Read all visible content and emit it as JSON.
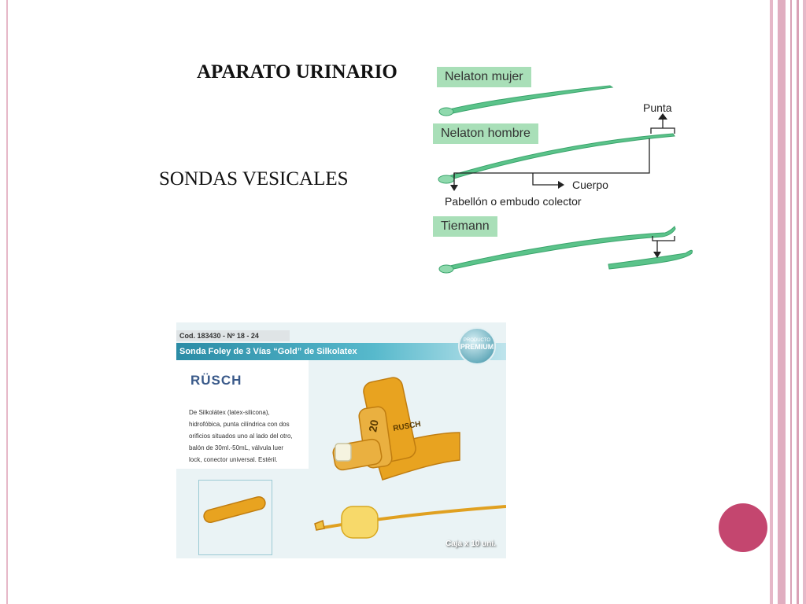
{
  "slide": {
    "title": "APARATO URINARIO",
    "subtitle": "SONDAS VESICALES"
  },
  "diagram": {
    "nelaton_mujer": "Nelaton mujer",
    "nelaton_hombre": "Nelaton hombre",
    "tiemann": "Tiemann",
    "punta": "Punta",
    "cuerpo": "Cuerpo",
    "pabellon": "Pabellón o embudo colector"
  },
  "product": {
    "code": "Cod. 183430 - Nº 18 - 24",
    "title": "Sonda Foley de 3 Vías “Gold” de Silkolatex",
    "badge_line1": "PRODUCTO",
    "badge_line2": "PREMIUM",
    "brand": "RÜSCH",
    "description_lines": [
      "De Silkolátex (latex-silicona),",
      "hidrofóbica, punta cilíndrica con dos",
      "orificios situados uno al lado del otro,",
      "balón de 30ml.-50mL, válvula luer",
      "lock, conector universal. Estéril."
    ],
    "box": "Caja x 10 uni.",
    "tube_mark": "RUSCH",
    "tube_size": "20"
  },
  "colors": {
    "accent_circle": "#c4466f",
    "label_green": "#a9dfb8",
    "catheter_green": "#5bc38a",
    "latex": "#e8a320",
    "band_teal": "#2b8ca6",
    "rule_pink": "#e6b8c8"
  }
}
